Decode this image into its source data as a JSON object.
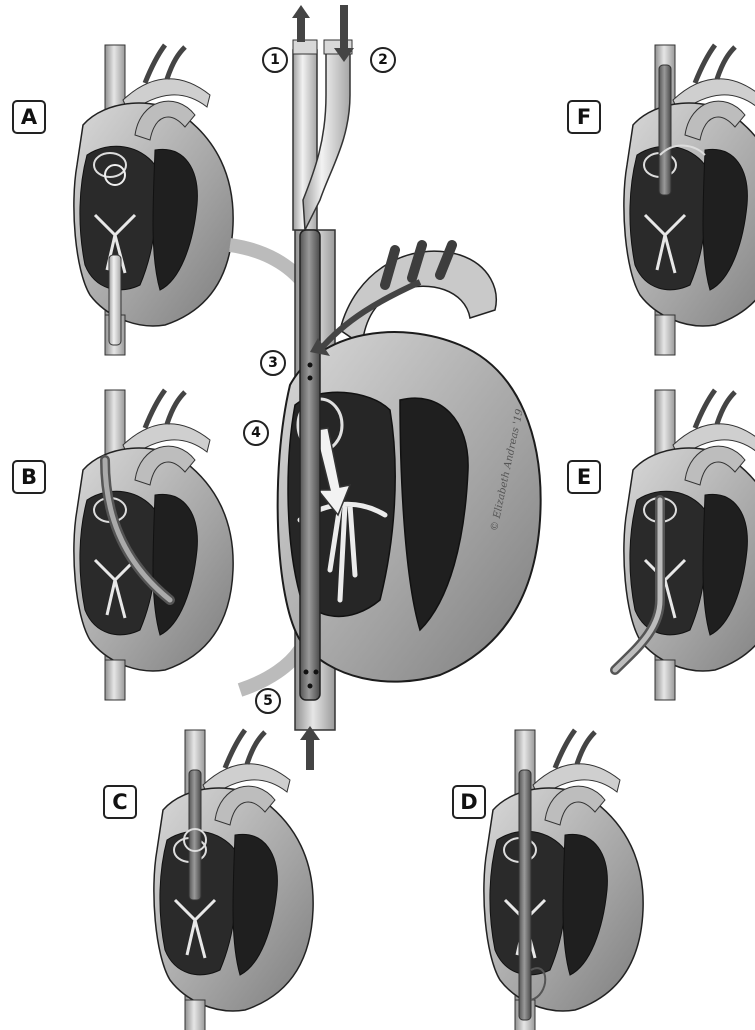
{
  "panels": {
    "A": "A",
    "B": "B",
    "C": "C",
    "D": "D",
    "E": "E",
    "F": "F"
  },
  "numbers": {
    "n1": "1",
    "n2": "2",
    "n3": "3",
    "n4": "4",
    "n5": "5"
  },
  "signature": "© Elizabeth Andreas '19",
  "colors": {
    "tissue_light": "#d2d2d2",
    "tissue_mid": "#a8a8a8",
    "tissue_dark": "#3a3a3a",
    "chamber": "#262626",
    "cannula": "#bdbdbd",
    "outline": "#222222"
  }
}
